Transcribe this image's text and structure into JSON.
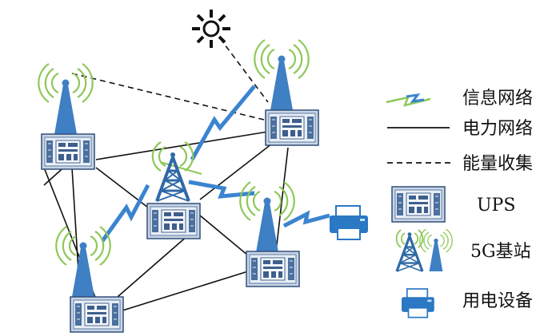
{
  "legend": {
    "info_network": "信息网络",
    "power_network": "电力网络",
    "energy_harvest": "能量收集",
    "ups": "UPS",
    "base_station_5g": "5G基站",
    "power_device": "用电设备"
  },
  "colors": {
    "ups_fill": "#dde6f2",
    "ups_border": "#3a5f8f",
    "tower_blue": "#3f7fc4",
    "signal_green": "#8dc858",
    "lightning_blue": "#3a84d0",
    "line_black": "#111111",
    "printer_blue": "#2b78c4"
  }
}
